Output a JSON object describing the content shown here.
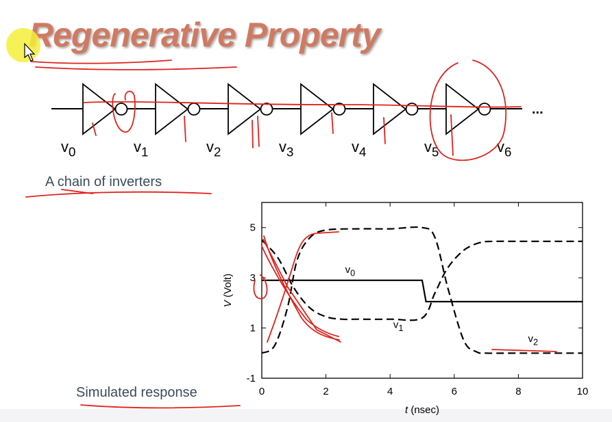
{
  "title": "Regenerative Property",
  "circuit": {
    "node_labels": [
      {
        "base": "v",
        "sub": "0"
      },
      {
        "base": "v",
        "sub": "1"
      },
      {
        "base": "v",
        "sub": "2"
      },
      {
        "base": "v",
        "sub": "3"
      },
      {
        "base": "v",
        "sub": "4"
      },
      {
        "base": "v",
        "sub": "5"
      },
      {
        "base": "v",
        "sub": "6"
      }
    ],
    "ellipsis": "..."
  },
  "captions": {
    "chain": "A chain of inverters",
    "simulated": "Simulated response"
  },
  "chart_data": {
    "type": "line",
    "xlabel_var": "t",
    "xlabel_unit": " (nsec)",
    "ylabel_var": "V",
    "ylabel_unit": " (Volt)",
    "xlim": [
      0,
      10
    ],
    "ylim": [
      -1,
      6
    ],
    "x_ticks": [
      {
        "value": 0,
        "label": "0"
      },
      {
        "value": 2,
        "label": "2"
      },
      {
        "value": 4,
        "label": "4"
      },
      {
        "value": 6,
        "label": "6"
      },
      {
        "value": 8,
        "label": "8"
      },
      {
        "value": 10,
        "label": "10"
      }
    ],
    "y_ticks": [
      {
        "value": 5,
        "label": "5"
      },
      {
        "value": 3,
        "label": "3"
      },
      {
        "value": 1,
        "label": "1"
      },
      {
        "value": -1,
        "label": "-1"
      }
    ],
    "series": [
      {
        "name": "v0",
        "label_base": "v",
        "label_sub": "0",
        "style": "solid",
        "label_at": [
          2.6,
          3.2
        ],
        "x": [
          0,
          5.0,
          5.12,
          10
        ],
        "y": [
          2.9,
          2.9,
          2.05,
          2.05
        ]
      },
      {
        "name": "v1",
        "label_base": "v",
        "label_sub": "1",
        "style": "dashed",
        "label_at": [
          4.1,
          1.0
        ],
        "x": [
          0,
          0.5,
          1.0,
          1.5,
          2.0,
          2.5,
          3.0,
          4.0,
          5.0,
          5.4,
          5.8,
          6.3,
          6.8,
          7.2,
          8.0,
          9.0,
          10
        ],
        "y": [
          4.5,
          3.8,
          2.6,
          1.8,
          1.45,
          1.35,
          1.35,
          1.35,
          1.4,
          2.4,
          3.4,
          4.1,
          4.4,
          4.45,
          4.45,
          4.45,
          4.45
        ]
      },
      {
        "name": "v2",
        "label_base": "v",
        "label_sub": "2",
        "style": "dashed",
        "label_at": [
          8.3,
          0.45
        ],
        "x": [
          0,
          0.4,
          0.8,
          1.1,
          1.5,
          2.0,
          3.0,
          4.0,
          5.0,
          5.4,
          5.8,
          6.3,
          6.7,
          7.0,
          8.0,
          9.0,
          10
        ],
        "y": [
          0.0,
          0.3,
          1.8,
          3.7,
          4.6,
          4.9,
          4.95,
          4.95,
          5.0,
          4.6,
          2.6,
          0.5,
          0.05,
          0.0,
          0.0,
          0.0,
          0.0
        ]
      }
    ]
  }
}
